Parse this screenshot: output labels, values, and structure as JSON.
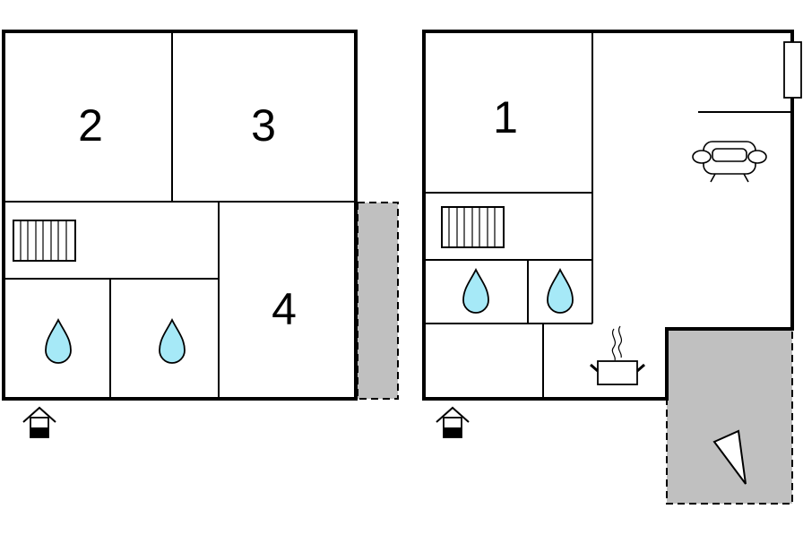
{
  "floors": [
    {
      "rooms": [
        {
          "label": "2"
        },
        {
          "label": "3"
        },
        {
          "label": "4"
        }
      ],
      "icons": [
        "stairs-icon",
        "water-drop-icon",
        "water-drop-icon",
        "entrance-house-icon"
      ]
    },
    {
      "rooms": [
        {
          "label": "1"
        }
      ],
      "icons": [
        "stairs-icon",
        "water-drop-icon",
        "water-drop-icon",
        "sofa-icon",
        "cooking-pot-icon",
        "entrance-house-icon",
        "north-arrow-icon",
        "radiator-icon"
      ]
    }
  ],
  "colors": {
    "wall": "#000000",
    "terrace": "#c0c0c0",
    "water": "#a6e9f7",
    "background": "#ffffff"
  }
}
